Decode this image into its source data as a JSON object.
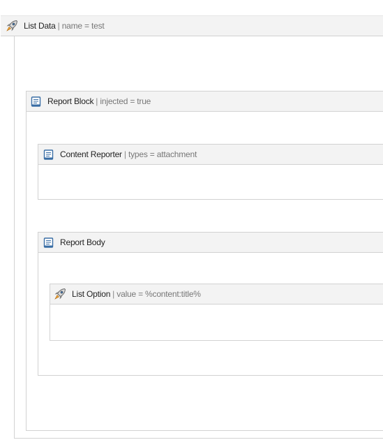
{
  "blocks": {
    "list_data": {
      "title": "List Data",
      "separator": "|",
      "attribute": "name = test",
      "icon": "rocket-icon"
    },
    "report_block": {
      "title": "Report Block",
      "separator": "|",
      "attribute": "injected = true",
      "icon": "scroll-icon"
    },
    "content_reporter": {
      "title": "Content Reporter",
      "separator": "|",
      "attribute": "types = attachment",
      "icon": "scroll-icon"
    },
    "report_body": {
      "title": "Report Body",
      "icon": "scroll-icon"
    },
    "list_option": {
      "title": "List Option",
      "separator": "|",
      "attribute": "value = %content:title%",
      "icon": "rocket-icon"
    }
  },
  "colors": {
    "header_bg": "#f3f3f3",
    "border": "#d2d2d2",
    "icon_blue": "#3a6ea5",
    "text": "#222222",
    "attribute_text": "#777777"
  }
}
